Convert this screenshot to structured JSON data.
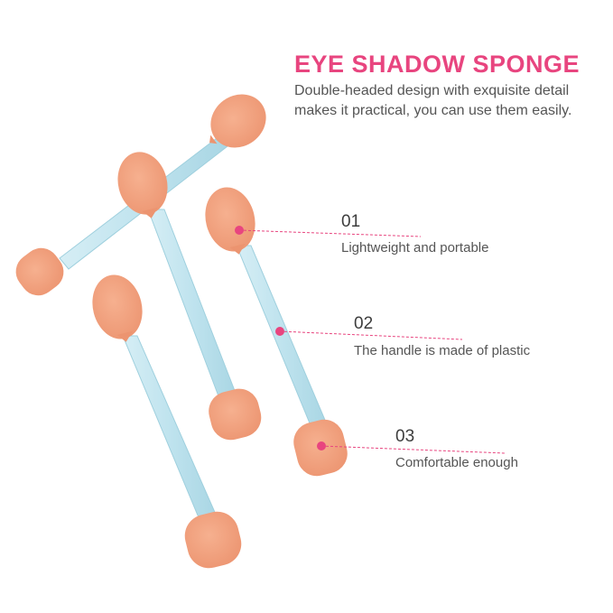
{
  "header": {
    "title": "EYE SHADOW SPONGE",
    "description": "Double-headed design with exquisite detail makes it practical, you can use them easily."
  },
  "features": [
    {
      "number": "01",
      "text": "Lightweight and portable"
    },
    {
      "number": "02",
      "text": "The handle is made of plastic"
    },
    {
      "number": "03",
      "text": "Comfortable enough"
    }
  ],
  "colors": {
    "accent": "#e8457f",
    "sponge": "#f0a07f",
    "handle": "#bfe3ee",
    "text": "#555555"
  }
}
